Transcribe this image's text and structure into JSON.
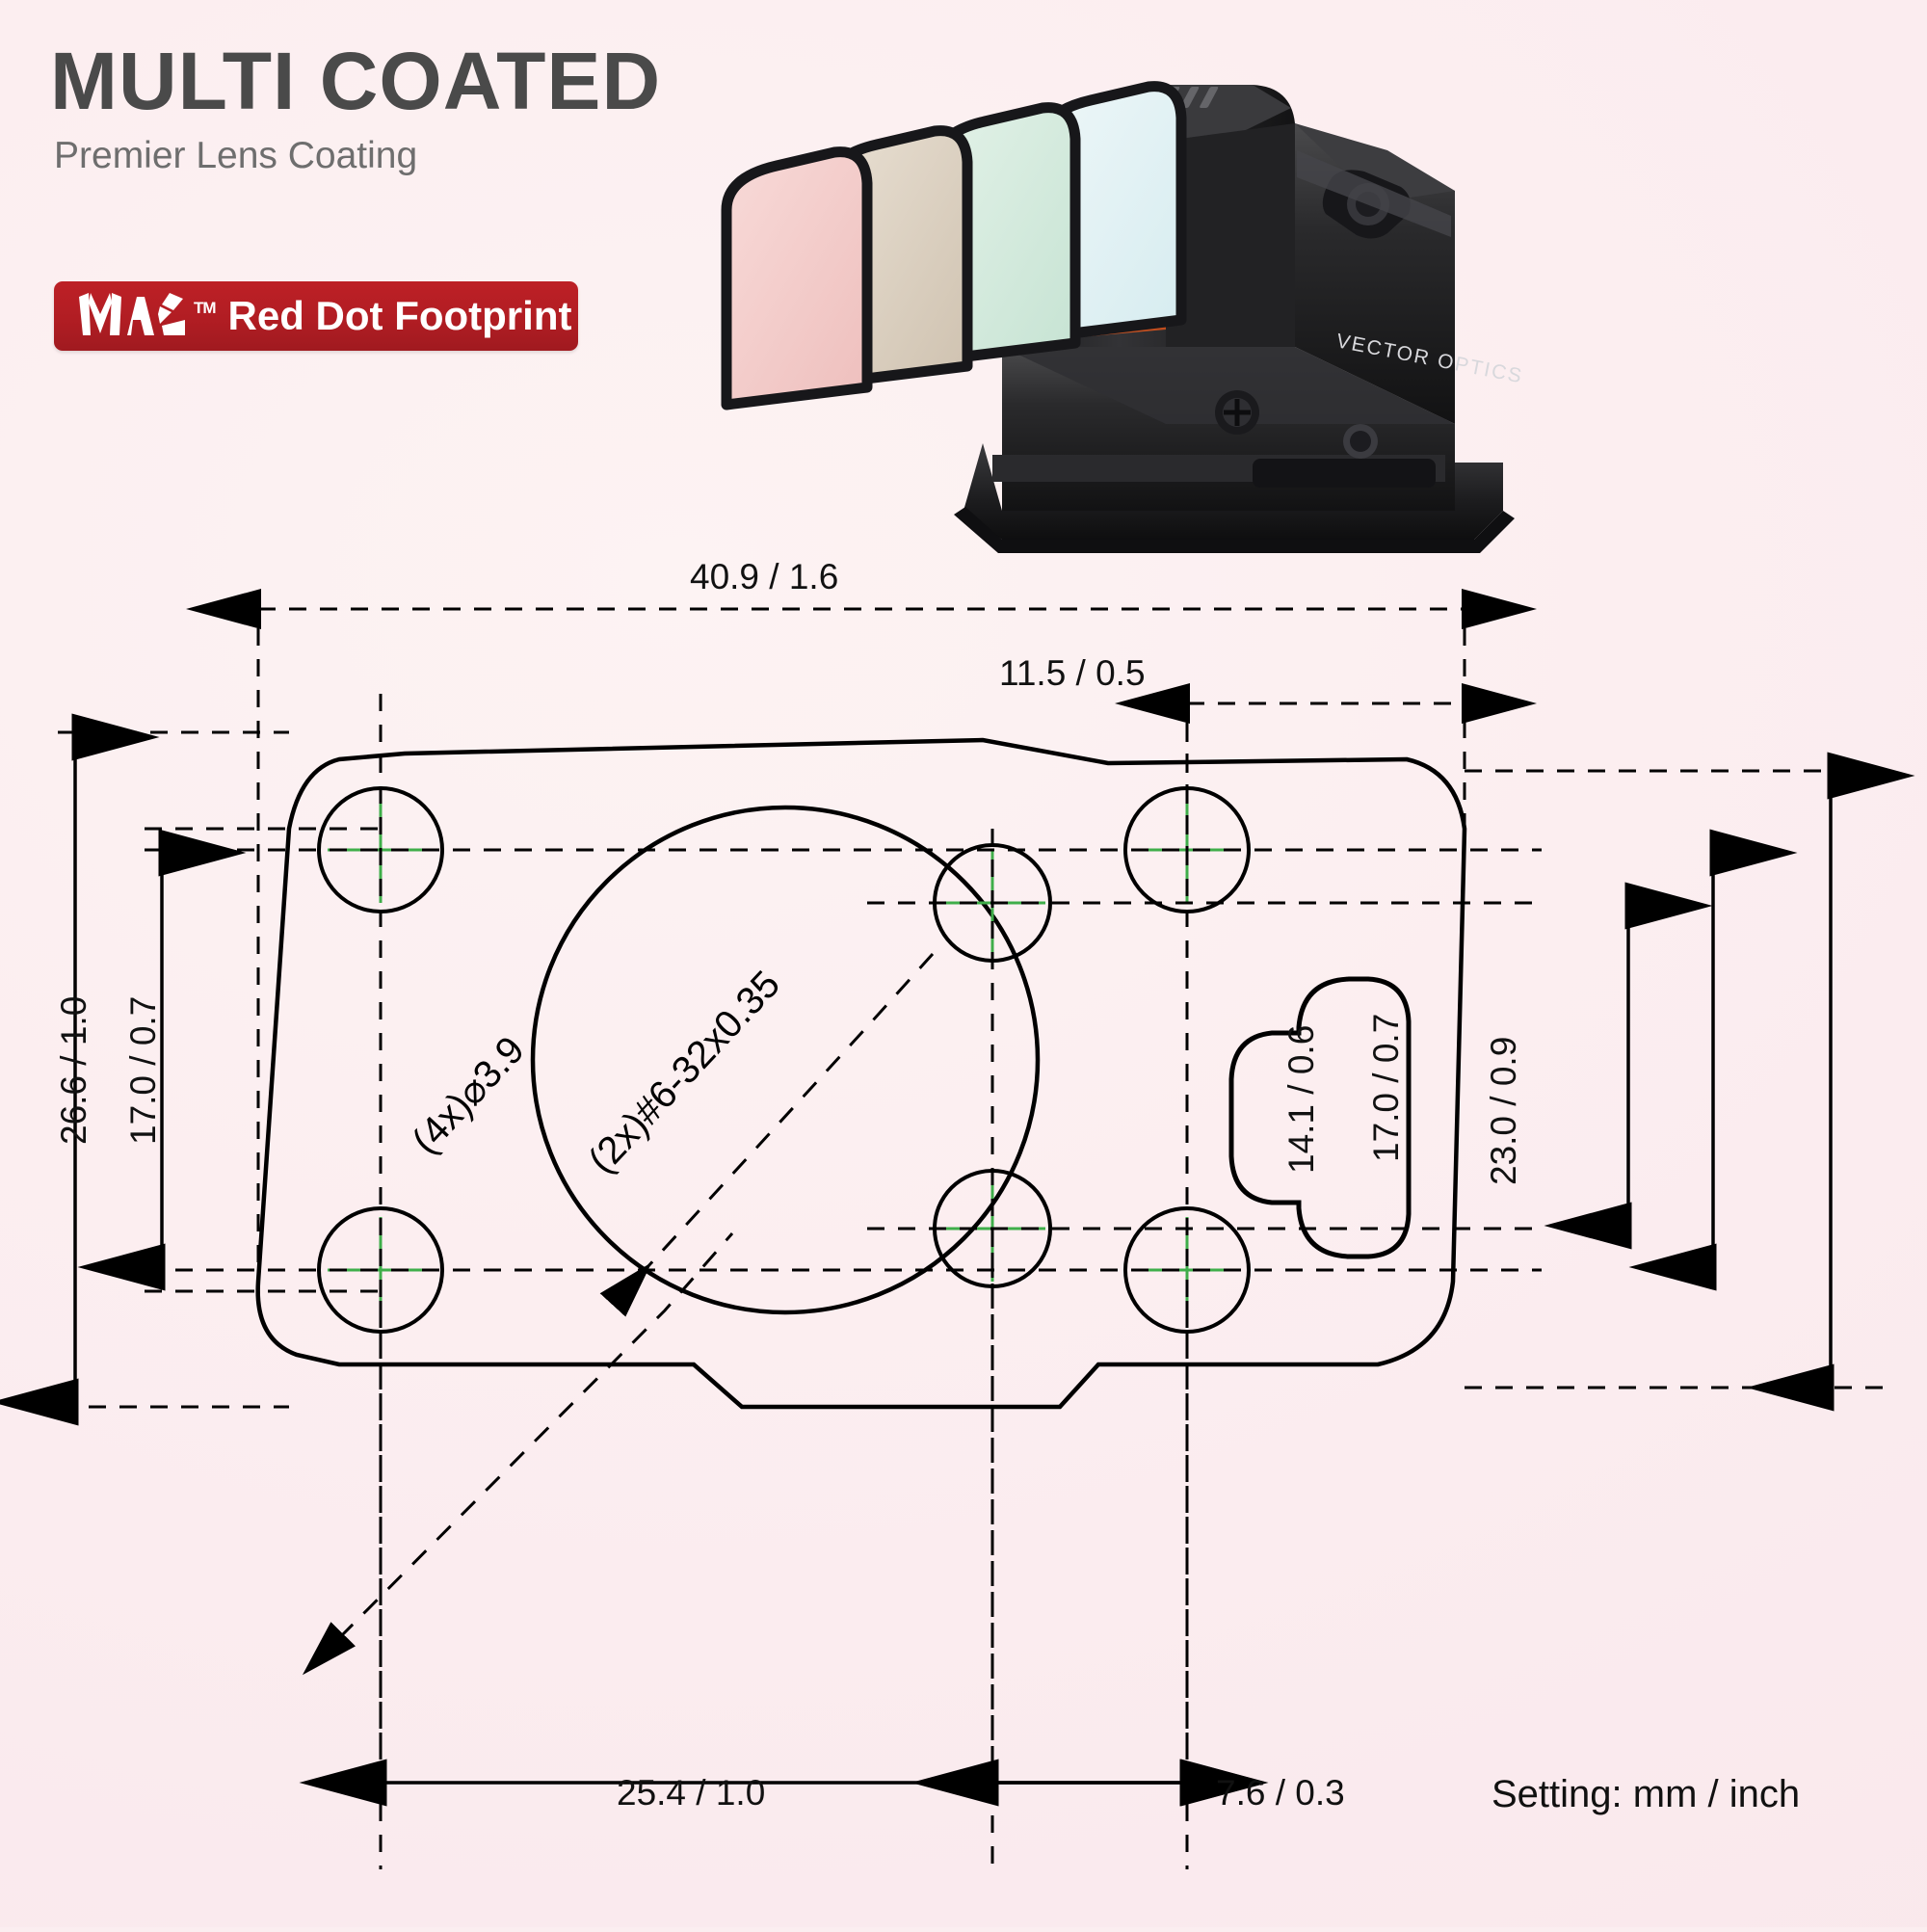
{
  "header": {
    "title": "MULTI COATED",
    "subtitle": "Premier Lens Coating",
    "title_color": "#4a4a4a",
    "subtitle_color": "#6e6e6e"
  },
  "badge": {
    "brand": "MAG",
    "trademark": "TM",
    "label": "Red Dot Footprint",
    "bg_color": "#b11d23",
    "text_color": "#ffffff"
  },
  "product": {
    "brand_text": "VECTOR OPTICS",
    "body_color": "#232323",
    "lens_coatings": [
      {
        "name": "pink-coating",
        "color": "#f3c8c6"
      },
      {
        "name": "tan-coating",
        "color": "#ded3c5"
      },
      {
        "name": "green-coating",
        "color": "#d6ece0"
      },
      {
        "name": "cyan-coating",
        "color": "#e2f2f4"
      },
      {
        "name": "orange-coating",
        "color": "#e2632c"
      }
    ]
  },
  "drawing": {
    "units_note": "Setting: mm / inch",
    "dimensions": {
      "overall_width": "40.9 / 1.6",
      "right_hole_span": "11.5 / 0.5",
      "overall_height_left": "26.6 / 1.0",
      "hole_height_left": "17.0 / 0.7",
      "inner_height_right": "14.1 / 0.6",
      "hole_height_right": "17.0 / 0.7",
      "overall_height_right": "23.0 / 0.9",
      "bottom_hole_span": "25.4 / 1.0",
      "bottom_small_span": "7.6 / 0.3"
    },
    "annotations": {
      "hole_callout": "(4x)⌀3.9",
      "thread_callout": "(2x)#6-32x0.35"
    },
    "line_color": "#000000",
    "centermark_color": "#3fae4a"
  }
}
